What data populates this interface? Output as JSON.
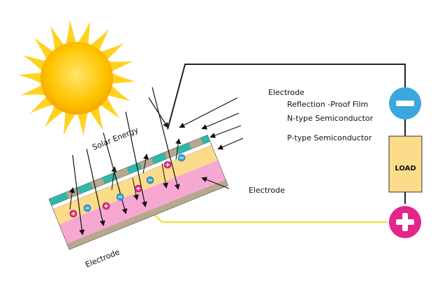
{
  "labels": {
    "electrode_top": "Electrode",
    "reflection_film": "Reflection -Proof Film",
    "n_type": "N-type Semiconductor",
    "p_type": "P-type Semiconductor",
    "solar_energy": "Solar Energy",
    "electrode_right": "Electrode",
    "electrode_bottom": "Electrode",
    "load": "LOAD"
  },
  "colors": {
    "sun_rays": "#FFD21F",
    "sun_core": "#FFC400",
    "n_layer": "#FCDC8A",
    "p_layer": "#F7A8D2",
    "electrode": "#B8A88E",
    "film_tiles": "#2EB8A8",
    "negative_terminal": "#3AA7DF",
    "positive_terminal": "#E3268A",
    "load_box": "#FCDC8A",
    "positive_wire": "#F2E030",
    "negative_wire": "#222222"
  },
  "icons": {
    "negative": "minus-icon",
    "positive": "plus-icon",
    "sun": "sun-icon"
  }
}
